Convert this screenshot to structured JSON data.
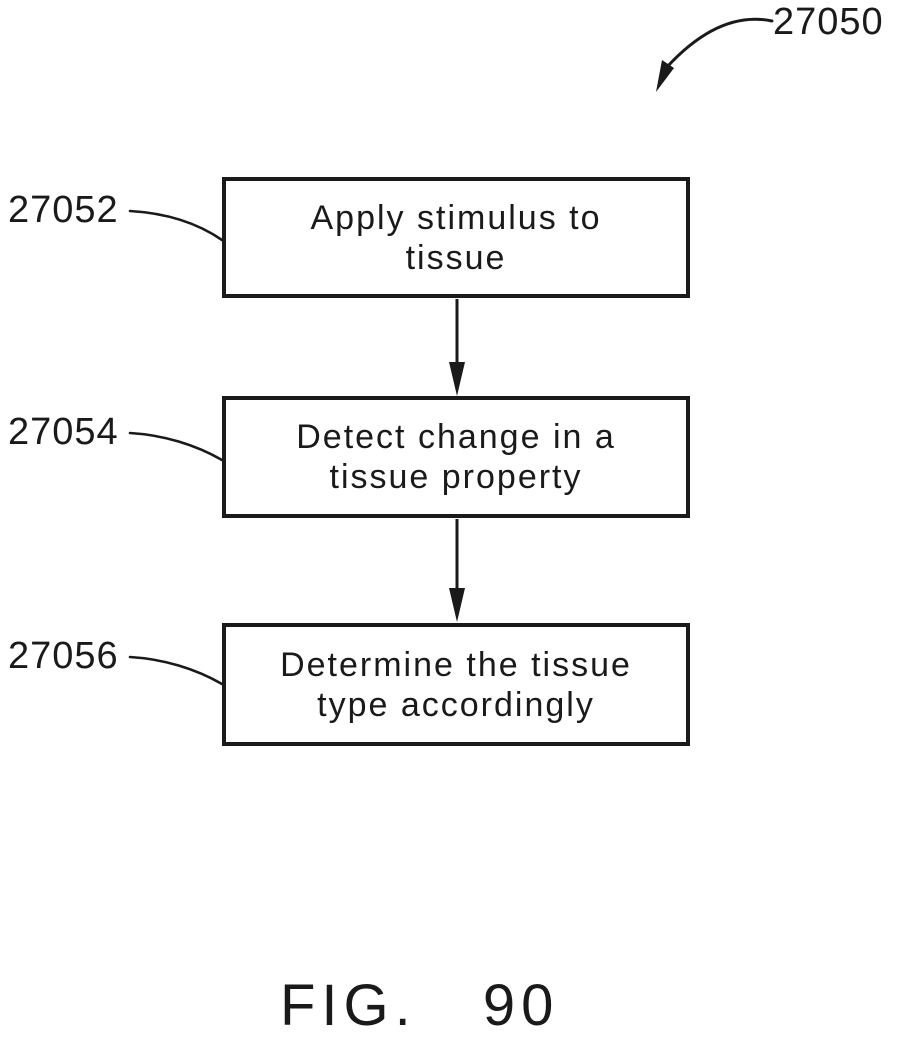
{
  "figure": {
    "reference": "27050",
    "caption": "FIG. 90"
  },
  "steps": [
    {
      "ref": "27052",
      "lines": [
        "Apply stimulus to",
        "tissue"
      ]
    },
    {
      "ref": "27054",
      "lines": [
        "Detect change in a",
        "tissue property"
      ]
    },
    {
      "ref": "27056",
      "lines": [
        "Determine the tissue",
        "type accordingly"
      ]
    }
  ],
  "colors": {
    "ink": "#1a1a1a",
    "paper": "#ffffff"
  }
}
